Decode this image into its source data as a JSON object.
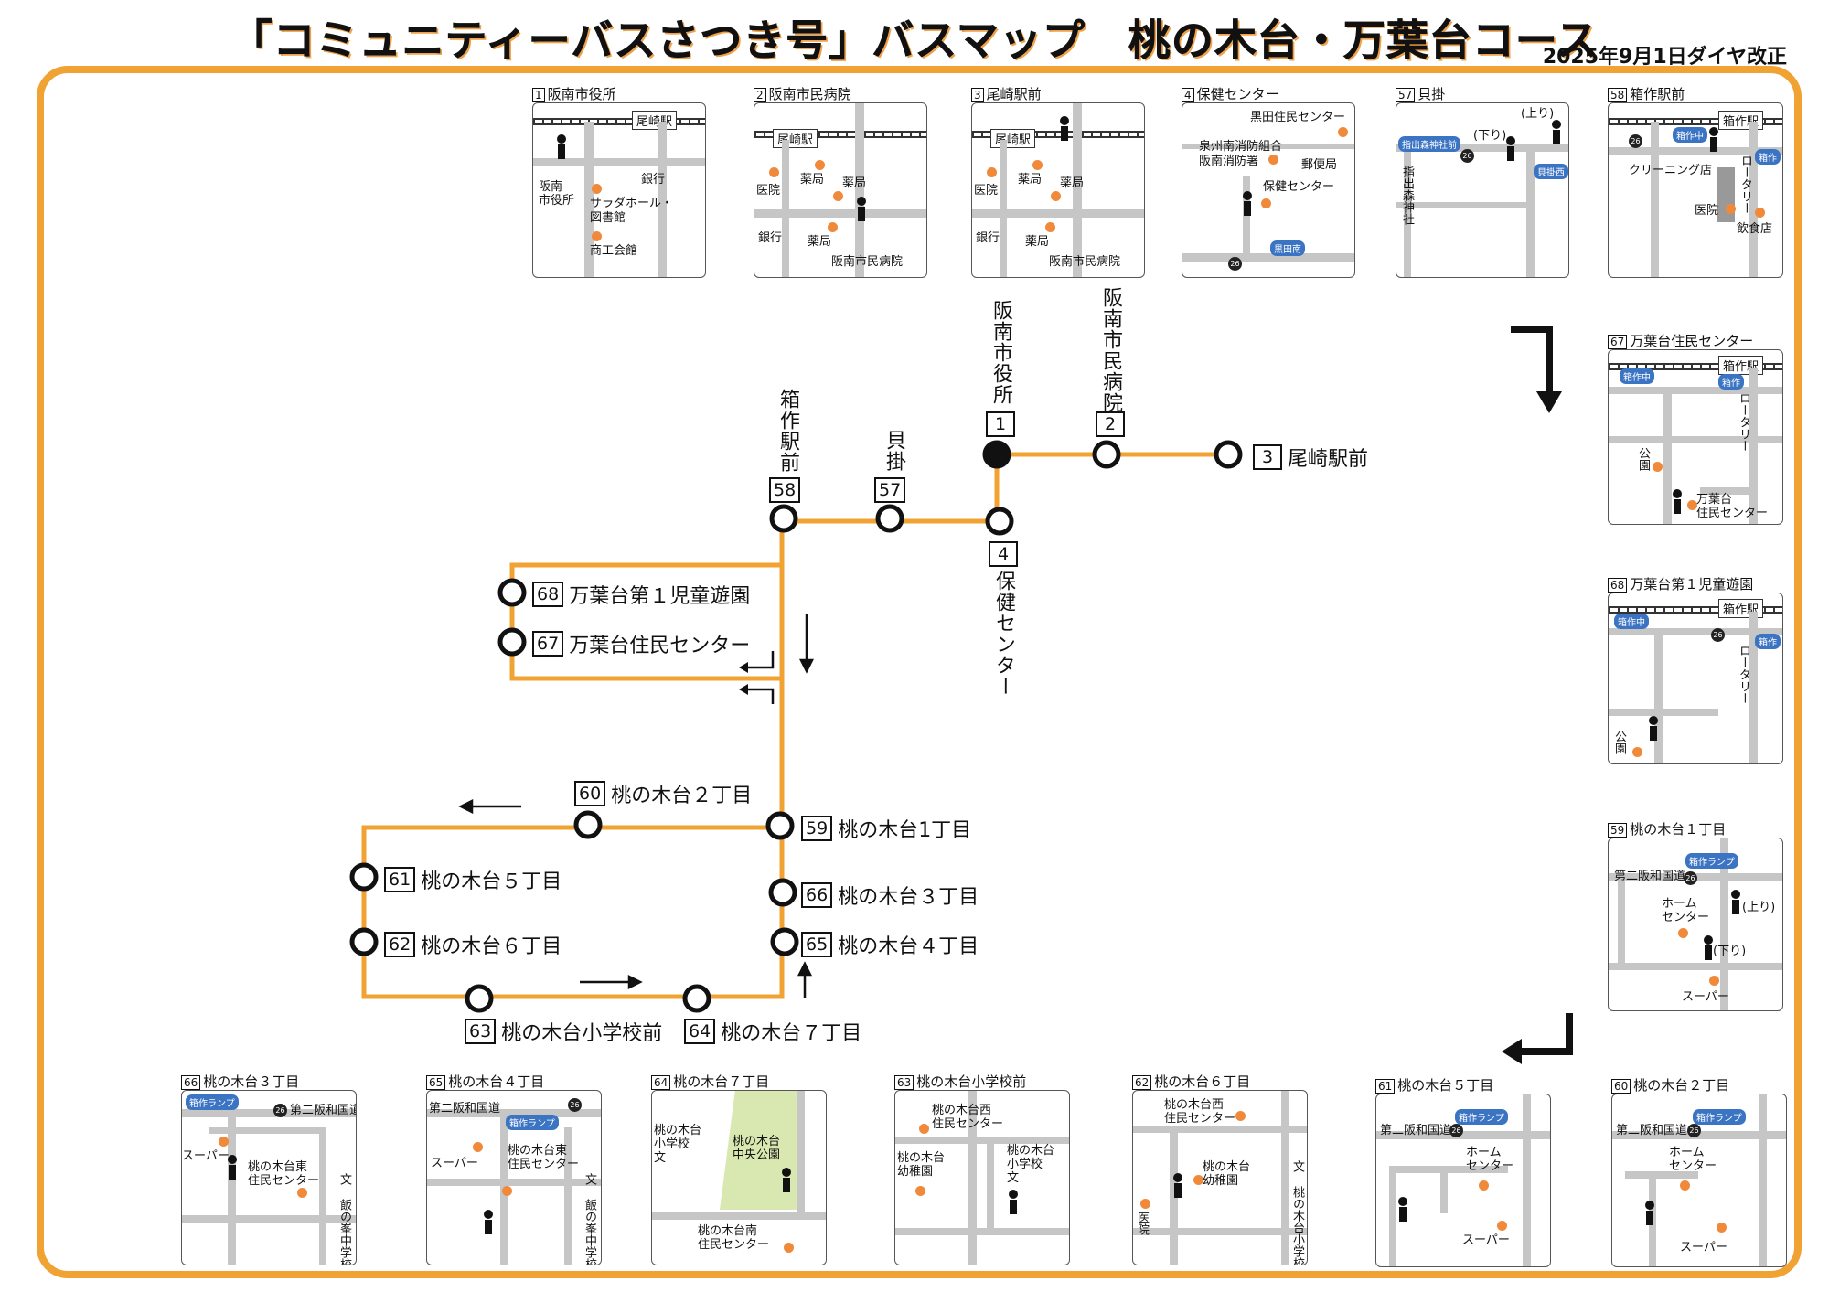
{
  "header": {
    "title": "「コミュニティーバスさつき号」バスマップ　桃の木台・万葉台コース",
    "revision": "2025年9月1日ダイヤ改正"
  },
  "colors": {
    "route": "#f0a232",
    "accent_text": "#f08a3a",
    "badge": "#3c74c4"
  },
  "stops": {
    "s1": {
      "num": "1",
      "name": "阪南市役所"
    },
    "s2": {
      "num": "2",
      "name": "阪南市民病院"
    },
    "s3": {
      "num": "3",
      "name": "尾崎駅前"
    },
    "s4": {
      "num": "4",
      "name": "保健センター"
    },
    "s57": {
      "num": "57",
      "name": "貝掛"
    },
    "s58": {
      "num": "58",
      "name": "箱作駅前"
    },
    "s59": {
      "num": "59",
      "name": "桃の木台1丁目"
    },
    "s60": {
      "num": "60",
      "name": "桃の木台２丁目"
    },
    "s61": {
      "num": "61",
      "name": "桃の木台５丁目"
    },
    "s62": {
      "num": "62",
      "name": "桃の木台６丁目"
    },
    "s63": {
      "num": "63",
      "name": "桃の木台小学校前"
    },
    "s64": {
      "num": "64",
      "name": "桃の木台７丁目"
    },
    "s65": {
      "num": "65",
      "name": "桃の木台４丁目"
    },
    "s66": {
      "num": "66",
      "name": "桃の木台３丁目"
    },
    "s67": {
      "num": "67",
      "name": "万葉台住民センター"
    },
    "s68": {
      "num": "68",
      "name": "万葉台第１児童遊園"
    }
  },
  "maps": {
    "m1": {
      "num": "1",
      "title": "阪南市役所",
      "station": "尾崎駅",
      "city_hall": "阪南\n市役所",
      "bank": "銀行",
      "l1": "サラダホール・",
      "l2": "図書館",
      "l3": "商工会館"
    },
    "m2": {
      "num": "2",
      "title": "阪南市民病院",
      "station": "尾崎駅",
      "clinic": "医院",
      "pharm1": "薬局",
      "pharm2": "薬局",
      "pharm3": "薬局",
      "bank": "銀行",
      "hospital": "阪南市民病院"
    },
    "m3": {
      "num": "3",
      "title": "尾崎駅前",
      "station": "尾崎駅",
      "clinic": "医院",
      "pharm1": "薬局",
      "pharm2": "薬局",
      "pharm3": "薬局",
      "bank": "銀行",
      "hospital": "阪南市民病院"
    },
    "m4": {
      "num": "4",
      "title": "保健センター",
      "l1": "黒田住民センター",
      "l2": "泉州南消防組合",
      "l3": "阪南消防署",
      "l4": "郵便局",
      "l5": "保健センター",
      "badge": "黒田南"
    },
    "m57": {
      "num": "57",
      "title": "貝掛",
      "up": "(上り)",
      "down": "(下り)",
      "badge1": "指出森神社前",
      "badge2": "貝掛西",
      "shrine": "指出森神社"
    },
    "m58": {
      "num": "58",
      "title": "箱作駅前",
      "station": "箱作駅",
      "badge1": "箱作中",
      "badge2": "箱作",
      "cleaning": "クリーニング店",
      "rotary": "ロータリー",
      "clinic": "医院",
      "restaurant": "飲食店"
    },
    "m67": {
      "num": "67",
      "title": "万葉台住民センター",
      "station": "箱作駅",
      "badge1": "箱作中",
      "badge2": "箱作",
      "rotary": "ロータリー",
      "park": "公園",
      "center": "万葉台\n住民センター"
    },
    "m68": {
      "num": "68",
      "title": "万葉台第１児童遊園",
      "station": "箱作駅",
      "badge1": "箱作中",
      "badge2": "箱作",
      "rotary": "ロータリー",
      "park": "公園"
    },
    "m59": {
      "num": "59",
      "title": "桃の木台１丁目",
      "badge": "箱作ランプ",
      "road": "第二阪和国道",
      "up": "(上り)",
      "down": "(下り)",
      "home": "ホーム\nセンター",
      "super": "スーパー"
    },
    "m66": {
      "num": "66",
      "title": "桃の木台３丁目",
      "badge": "箱作ランプ",
      "road": "第二阪和国道",
      "super": "スーパー",
      "center": "桃の木台東\n住民センター",
      "school": "文 飯の峯中学校"
    },
    "m65": {
      "num": "65",
      "title": "桃の木台４丁目",
      "badge": "箱作ランプ",
      "road": "第二阪和国道",
      "super": "スーパー",
      "center": "桃の木台東\n住民センター",
      "school": "文 飯の峯中学校"
    },
    "m64": {
      "num": "64",
      "title": "桃の木台７丁目",
      "school": "桃の木台\n小学校\n文",
      "park": "桃の木台\n中央公園",
      "center": "桃の木台南\n住民センター"
    },
    "m63": {
      "num": "63",
      "title": "桃の木台小学校前",
      "center": "桃の木台西\n住民センター",
      "kinder": "桃の木台\n幼稚園",
      "school": "桃の木台\n小学校\n文"
    },
    "m62": {
      "num": "62",
      "title": "桃の木台６丁目",
      "center": "桃の木台西\n住民センター",
      "kinder": "桃の木台\n幼稚園",
      "clinic": "医院",
      "school": "文 桃の木台小学校"
    },
    "m61": {
      "num": "61",
      "title": "桃の木台５丁目",
      "badge": "箱作ランプ",
      "road": "第二阪和国道",
      "home": "ホーム\nセンター",
      "super": "スーパー"
    },
    "m60": {
      "num": "60",
      "title": "桃の木台２丁目",
      "badge": "箱作ランプ",
      "road": "第二阪和国道",
      "home": "ホーム\nセンター",
      "super": "スーパー"
    }
  },
  "route_number": "26"
}
